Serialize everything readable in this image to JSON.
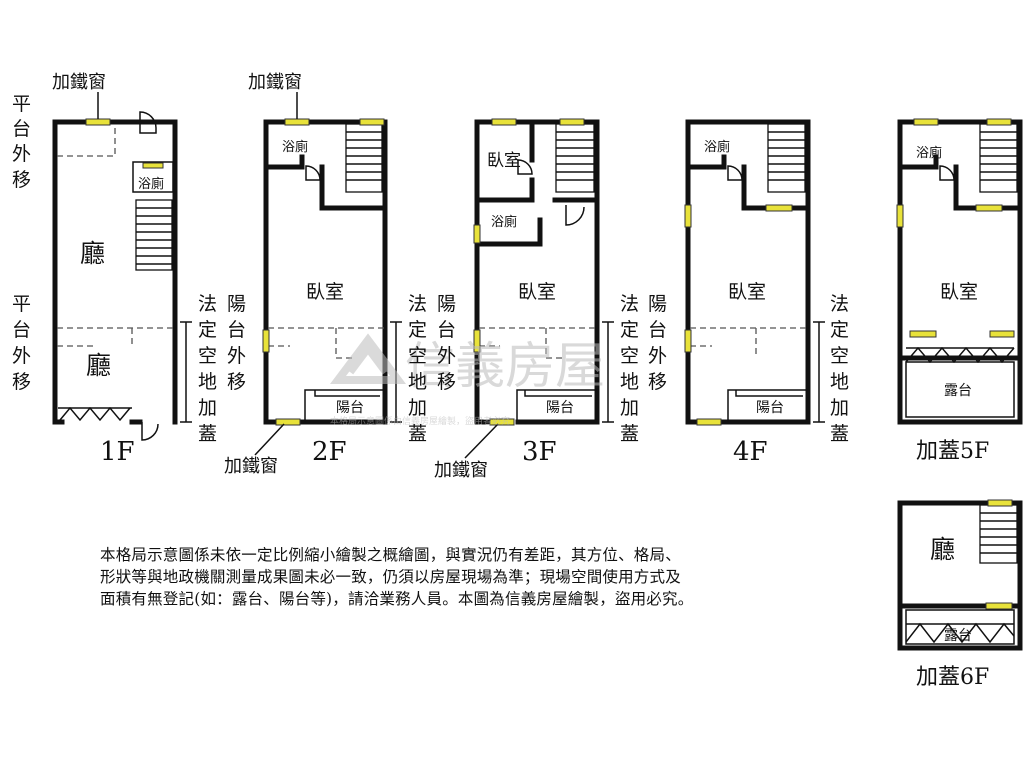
{
  "floors": [
    {
      "label": "1F",
      "rooms": [
        "廳",
        "廳",
        "浴廁"
      ],
      "annotations": [
        "平台外移",
        "平台外移",
        "加鐵窗"
      ]
    },
    {
      "label": "2F",
      "rooms": [
        "浴廁",
        "臥室",
        "陽台"
      ],
      "annotations": [
        "加鐵窗",
        "加鐵窗"
      ]
    },
    {
      "label": "3F",
      "rooms": [
        "臥室",
        "浴廁",
        "臥室",
        "陽台"
      ],
      "annotations": [
        "加鐵窗"
      ]
    },
    {
      "label": "4F",
      "rooms": [
        "浴廁",
        "臥室",
        "陽台"
      ],
      "annotations": []
    },
    {
      "label": "加蓋5F",
      "rooms": [
        "浴廁",
        "臥室",
        "露台"
      ],
      "annotations": []
    },
    {
      "label": "加蓋6F",
      "rooms": [
        "廳",
        "露台"
      ],
      "annotations": []
    }
  ],
  "labels": {
    "iron_window": "加鐵窗",
    "platform_out": [
      "平",
      "台",
      "外",
      "移"
    ],
    "legal_space": [
      "法",
      "定",
      "空",
      "地",
      "加",
      "蓋"
    ],
    "balcony_out": [
      "陽",
      "台",
      "外",
      "移"
    ],
    "hall": "廳",
    "bath": "浴廁",
    "bedroom": "臥室",
    "balcony": "陽台",
    "terrace": "露台"
  },
  "watermark": {
    "brand": "信義房屋",
    "small": "本格局示意圖係由信義房屋繪製，盜用者必究"
  },
  "note_lines": [
    "本格局示意圖係未依一定比例縮小繪製之概繪圖，與實況仍有差距，其方位、格局、",
    "形狀等與地政機關測量成果圖未必一致，仍須以房屋現場為準；現場空間使用方式及",
    "面積有無登記(如：露台、陽台等)，請洽業務人員。本圖為信義房屋繪製，盜用必究。"
  ],
  "colors": {
    "window": "#e8e23a",
    "wall": "#111111",
    "watermark": "#bbbbbb"
  }
}
